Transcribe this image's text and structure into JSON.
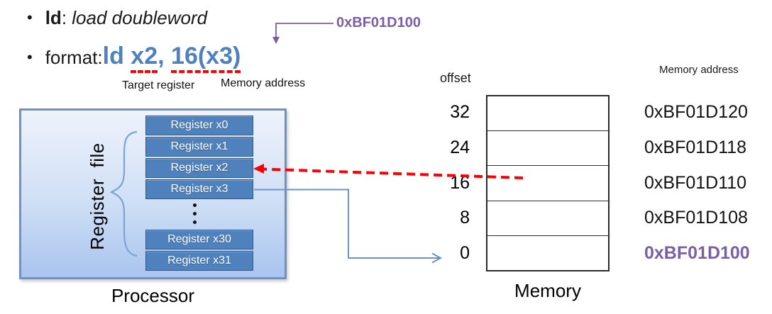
{
  "colors": {
    "accent_blue": "#4f81bd",
    "register_fill": "#4f81bd",
    "purple": "#7a5fa5",
    "red": "#fb0006",
    "arrow_blue": "#6b93c5",
    "brace_blue": "#7da3d4"
  },
  "bullets": {
    "glyph": "•",
    "b1_term": "ld",
    "b1_sep": ": ",
    "b1_def": "load doubleword",
    "b2_label": "format: ",
    "b2_code_ld": "ld ",
    "b2_code_x2": "x2",
    "b2_code_comma": ", ",
    "b2_code_mem": "16(x3)"
  },
  "annotations": {
    "target_register": "Target register",
    "memory_address": "Memory address",
    "pointer_address": "0xBF01D100"
  },
  "processor": {
    "label": "Processor",
    "register_file_label": "Register  file",
    "registers_top": [
      "Register x0",
      "Register x1",
      "Register x2",
      "Register x3"
    ],
    "registers_bottom": [
      "Register x30",
      "Register x31"
    ]
  },
  "memory": {
    "offset_header": "offset",
    "address_header": "Memory address",
    "label": "Memory",
    "rows": [
      {
        "offset": "32",
        "address": "0xBF01D120",
        "highlight": false
      },
      {
        "offset": "24",
        "address": "0xBF01D118",
        "highlight": false
      },
      {
        "offset": "16",
        "address": "0xBF01D110",
        "highlight": false
      },
      {
        "offset": "8",
        "address": "0xBF01D108",
        "highlight": false
      },
      {
        "offset": "0",
        "address": "0xBF01D100",
        "highlight": true
      }
    ]
  }
}
